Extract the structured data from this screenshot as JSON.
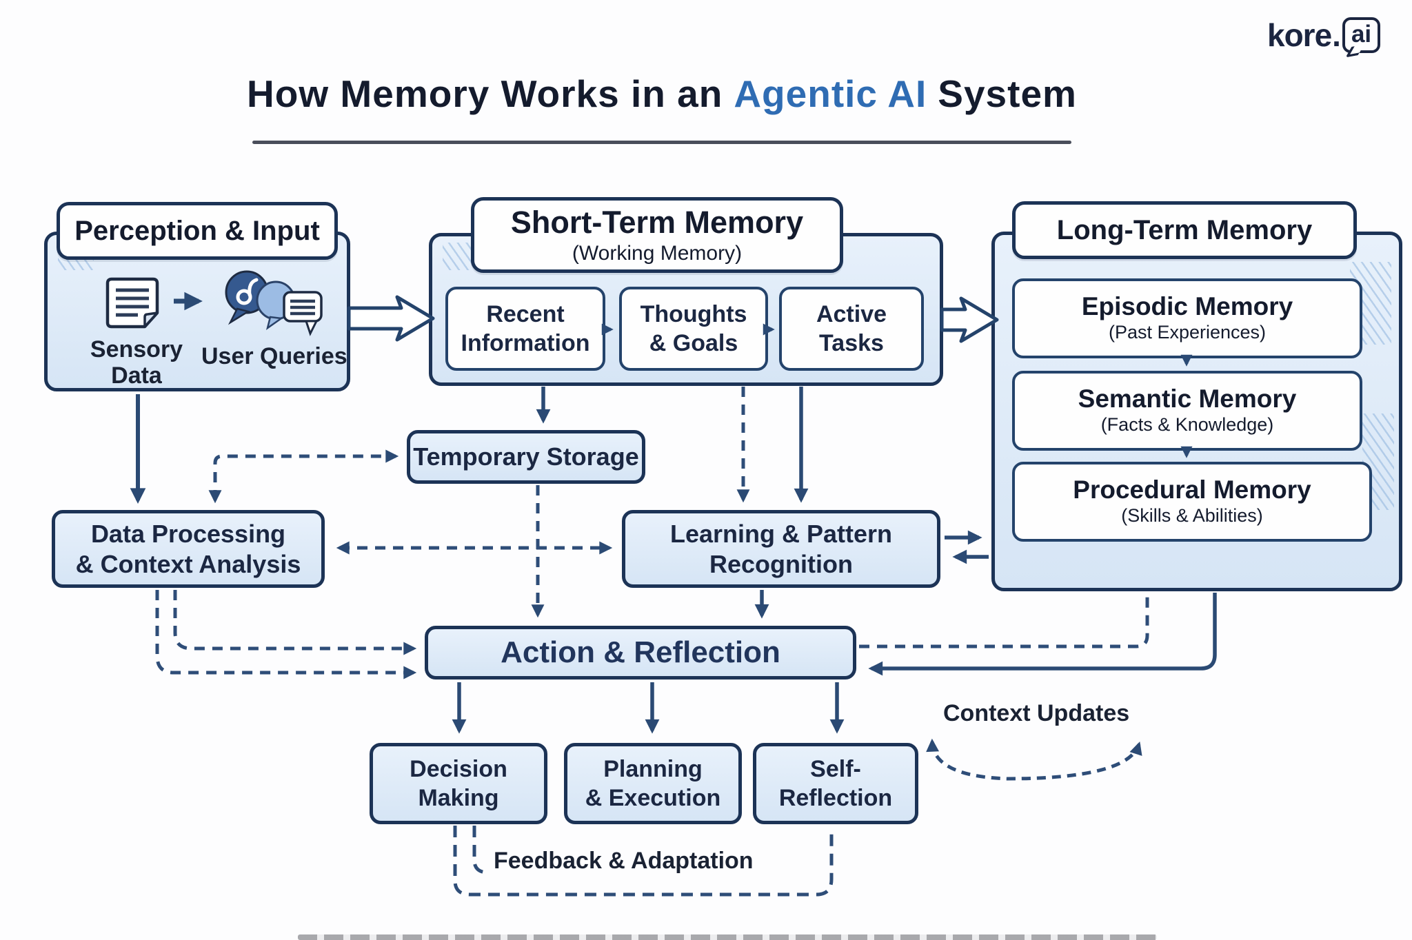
{
  "brand": {
    "name": "kore",
    "dot": ".",
    "suffix": "ai"
  },
  "title": {
    "prefix": "How Memory Works in an",
    "highlight": "Agentic AI",
    "suffix": "System"
  },
  "theme": {
    "accent_blue": "#2f6cb3",
    "ink": "#141b2d",
    "navy": "#24436b",
    "navy_dark": "#1c3356",
    "arrow": "#2b4a74",
    "box_blue_1": "#e8f1fb",
    "box_blue_2": "#d6e5f5",
    "white_box": "#fefefe",
    "text": "#1b2742",
    "hatch": "#8fb4dd",
    "underline": "#2a2f3e"
  },
  "icons": {
    "sensory": "document-icon",
    "queries": "chat-bubbles-icon",
    "flow": "arrow-right-icon"
  },
  "perception": {
    "header": "Perception & Input",
    "sensory_label": "Sensory Data",
    "queries_label": "User Queries"
  },
  "stm": {
    "title": "Short-Term Memory",
    "subtitle": "(Working Memory)",
    "recent": {
      "l1": "Recent",
      "l2": "Information"
    },
    "thoughts": {
      "l1": "Thoughts",
      "l2": "& Goals"
    },
    "active": {
      "l1": "Active",
      "l2": "Tasks"
    }
  },
  "ltm": {
    "title": "Long-Term Memory",
    "episodic": {
      "title": "Episodic Memory",
      "subtitle": "(Past Experiences)"
    },
    "semantic": {
      "title": "Semantic Memory",
      "subtitle": "(Facts & Knowledge)"
    },
    "procedural": {
      "title": "Procedural Memory",
      "subtitle": "(Skills & Abilities)"
    }
  },
  "nodes": {
    "temporary_storage": "Temporary Storage",
    "data_processing": {
      "l1": "Data Processing",
      "l2": "& Context Analysis"
    },
    "learning": {
      "l1": "Learning & Pattern",
      "l2": "Recognition"
    },
    "action": "Action & Reflection",
    "decision": {
      "l1": "Decision",
      "l2": "Making"
    },
    "planning": {
      "l1": "Planning",
      "l2": "& Execution"
    },
    "self_reflection": {
      "l1": "Self-",
      "l2": "Reflection"
    }
  },
  "annotations": {
    "context_updates": "Context Updates",
    "feedback": "Feedback & Adaptation"
  }
}
